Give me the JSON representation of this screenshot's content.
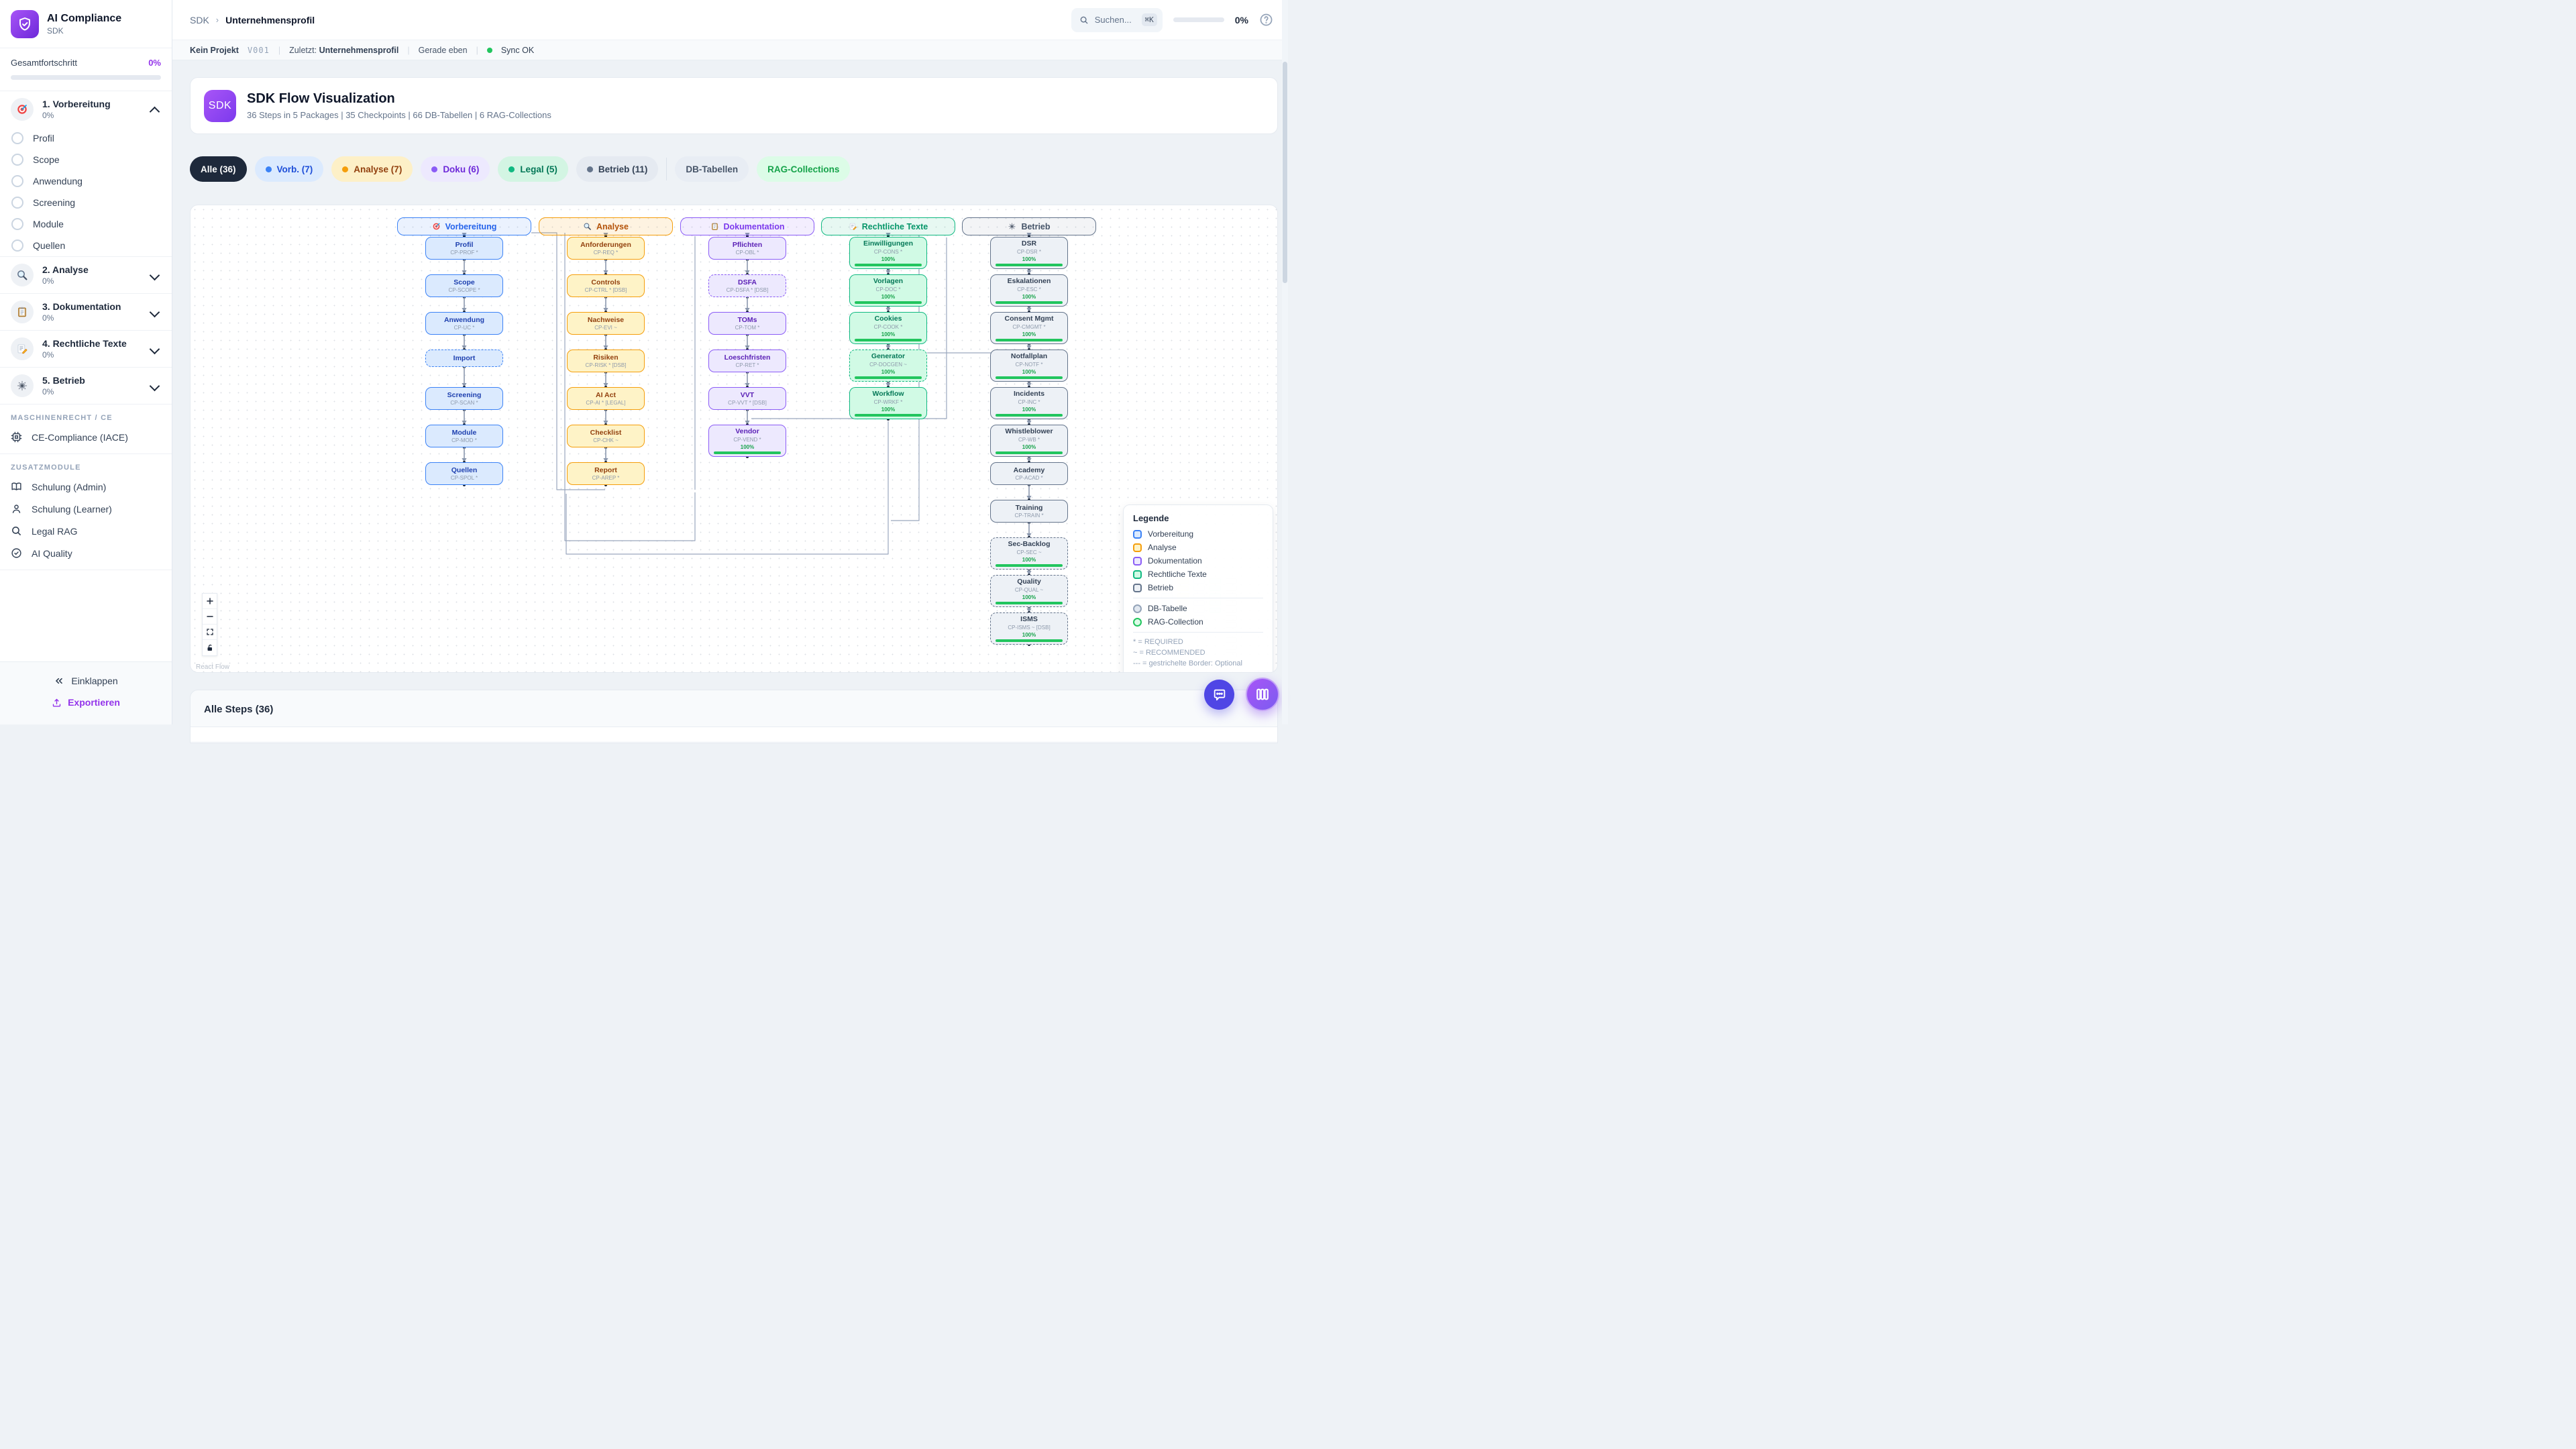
{
  "sidebar": {
    "app_title": "AI Compliance",
    "app_subtitle": "SDK",
    "overall_label": "Gesamtfortschritt",
    "overall_value": "0%",
    "packages": [
      {
        "icon": "target-icon",
        "label": "1. Vorbereitung",
        "percent": "0%",
        "expanded": true,
        "items": [
          "Profil",
          "Scope",
          "Anwendung",
          "Screening",
          "Module",
          "Quellen"
        ]
      },
      {
        "icon": "magnifier-icon",
        "label": "2. Analyse",
        "percent": "0%",
        "expanded": false,
        "items": []
      },
      {
        "icon": "clipboard-icon",
        "label": "3. Dokumentation",
        "percent": "0%",
        "expanded": false,
        "items": []
      },
      {
        "icon": "memo-icon",
        "label": "4. Rechtliche Texte",
        "percent": "0%",
        "expanded": false,
        "items": []
      },
      {
        "icon": "gear-icon",
        "label": "5. Betrieb",
        "percent": "0%",
        "expanded": false,
        "items": []
      }
    ],
    "sections": [
      {
        "heading": "MASCHINENRECHT / CE",
        "items": [
          {
            "icon": "cpu-icon",
            "label": "CE-Compliance (IACE)"
          }
        ]
      },
      {
        "heading": "ZUSATZMODULE",
        "items": [
          {
            "icon": "book-icon",
            "label": "Schulung (Admin)"
          },
          {
            "icon": "user-icon",
            "label": "Schulung (Learner)"
          },
          {
            "icon": "search-icon",
            "label": "Legal RAG"
          },
          {
            "icon": "check-circle-icon",
            "label": "AI Quality"
          }
        ]
      }
    ],
    "collapse_label": "Einklappen",
    "export_label": "Exportieren"
  },
  "header": {
    "breadcrumb_root": "SDK",
    "breadcrumb_current": "Unternehmensprofil",
    "search_placeholder": "Suchen...",
    "search_shortcut": "⌘K",
    "progress_value": "0%"
  },
  "statusbar": {
    "project": "Kein Projekt",
    "version": "V001",
    "last_label": "Zuletzt:",
    "last_value": "Unternehmensprofil",
    "time": "Gerade eben",
    "sync": "Sync OK"
  },
  "overview": {
    "badge": "SDK",
    "title": "SDK Flow Visualization",
    "subtitle": "36 Steps in 5 Packages | 35 Checkpoints | 66 DB-Tabellen | 6 RAG-Collections"
  },
  "filters": [
    {
      "label": "Alle (36)",
      "style": "dark",
      "dot": null
    },
    {
      "label": "Vorb. (7)",
      "style": "blue",
      "dot": "#3b82f6"
    },
    {
      "label": "Analyse (7)",
      "style": "amber",
      "dot": "#f59e0b"
    },
    {
      "label": "Doku (6)",
      "style": "purple",
      "dot": "#8b5cf6"
    },
    {
      "label": "Legal (5)",
      "style": "green",
      "dot": "#10b981"
    },
    {
      "label": "Betrieb (11)",
      "style": "slate",
      "dot": "#64748b"
    },
    {
      "label": "DB-Tabellen",
      "style": "plain",
      "dot": null,
      "divider_before": true
    },
    {
      "label": "RAG-Collections",
      "style": "rag",
      "dot": null
    }
  ],
  "flow": {
    "packages": [
      {
        "name": "Vorbereitung",
        "icon": "target-icon",
        "color": "blue",
        "nodes": [
          {
            "title": "Profil",
            "code": "CP-PROF *"
          },
          {
            "title": "Scope",
            "code": "CP-SCOPE *"
          },
          {
            "title": "Anwendung",
            "code": "CP-UC *"
          },
          {
            "title": "Import",
            "code": "",
            "dashed": true
          },
          {
            "title": "Screening",
            "code": "CP-SCAN *"
          },
          {
            "title": "Module",
            "code": "CP-MOD *"
          },
          {
            "title": "Quellen",
            "code": "CP-SPOL *"
          }
        ]
      },
      {
        "name": "Analyse",
        "icon": "magnifier-icon",
        "color": "amber",
        "nodes": [
          {
            "title": "Anforderungen",
            "code": "CP-REQ *"
          },
          {
            "title": "Controls",
            "code": "CP-CTRL * [DSB]"
          },
          {
            "title": "Nachweise",
            "code": "CP-EVI ~"
          },
          {
            "title": "Risiken",
            "code": "CP-RISK * [DSB]"
          },
          {
            "title": "AI Act",
            "code": "CP-AI * [LEGAL]"
          },
          {
            "title": "Checklist",
            "code": "CP-CHK ~"
          },
          {
            "title": "Report",
            "code": "CP-AREP *"
          }
        ]
      },
      {
        "name": "Dokumentation",
        "icon": "clipboard-icon",
        "color": "purple",
        "nodes": [
          {
            "title": "Pflichten",
            "code": "CP-OBL *"
          },
          {
            "title": "DSFA",
            "code": "CP-DSFA * [DSB]",
            "dashed": true
          },
          {
            "title": "TOMs",
            "code": "CP-TOM *"
          },
          {
            "title": "Loeschfristen",
            "code": "CP-RET *"
          },
          {
            "title": "VVT",
            "code": "CP-VVT * [DSB]"
          },
          {
            "title": "Vendor",
            "code": "CP-VEND *",
            "progress": "100%"
          }
        ]
      },
      {
        "name": "Rechtliche Texte",
        "icon": "memo-icon",
        "color": "green",
        "nodes": [
          {
            "title": "Einwilligungen",
            "code": "CP-CONS *",
            "progress": "100%"
          },
          {
            "title": "Vorlagen",
            "code": "CP-DOC *",
            "progress": "100%"
          },
          {
            "title": "Cookies",
            "code": "CP-COOK *",
            "progress": "100%"
          },
          {
            "title": "Generator",
            "code": "CP-DOCGEN ~",
            "progress": "100%",
            "dashed": true
          },
          {
            "title": "Workflow",
            "code": "CP-WRKF *",
            "progress": "100%"
          }
        ]
      },
      {
        "name": "Betrieb",
        "icon": "gear-icon",
        "color": "slate",
        "nodes": [
          {
            "title": "DSR",
            "code": "CP-DSR *",
            "progress": "100%"
          },
          {
            "title": "Eskalationen",
            "code": "CP-ESC *",
            "progress": "100%"
          },
          {
            "title": "Consent Mgmt",
            "code": "CP-CMGMT *",
            "progress": "100%"
          },
          {
            "title": "Notfallplan",
            "code": "CP-NOTF *",
            "progress": "100%"
          },
          {
            "title": "Incidents",
            "code": "CP-INC *",
            "progress": "100%"
          },
          {
            "title": "Whistleblower",
            "code": "CP-WB *",
            "progress": "100%"
          },
          {
            "title": "Academy",
            "code": "CP-ACAD *"
          },
          {
            "title": "Training",
            "code": "CP-TRAIN *"
          },
          {
            "title": "Sec-Backlog",
            "code": "CP-SEC ~",
            "progress": "100%",
            "dashed": true
          },
          {
            "title": "Quality",
            "code": "CP-QUAL ~",
            "progress": "100%",
            "dashed": true
          },
          {
            "title": "ISMS",
            "code": "CP-ISMS ~ [DSB]",
            "progress": "100%",
            "dashed": true
          }
        ]
      }
    ],
    "legend": {
      "title": "Legende",
      "package_entries": [
        {
          "label": "Vorbereitung",
          "color": "blue"
        },
        {
          "label": "Analyse",
          "color": "amber"
        },
        {
          "label": "Dokumentation",
          "color": "purple"
        },
        {
          "label": "Rechtliche Texte",
          "color": "green"
        },
        {
          "label": "Betrieb",
          "color": "slate"
        }
      ],
      "shape_entries": [
        {
          "label": "DB-Tabelle",
          "kind": "db"
        },
        {
          "label": "RAG-Collection",
          "kind": "rag"
        }
      ],
      "notes": [
        "* = REQUIRED",
        "~ = RECOMMENDED",
        "--- = gestrichelte Border: Optional"
      ]
    },
    "attribution": "React Flow"
  },
  "steps_section": {
    "title": "Alle Steps (36)"
  }
}
